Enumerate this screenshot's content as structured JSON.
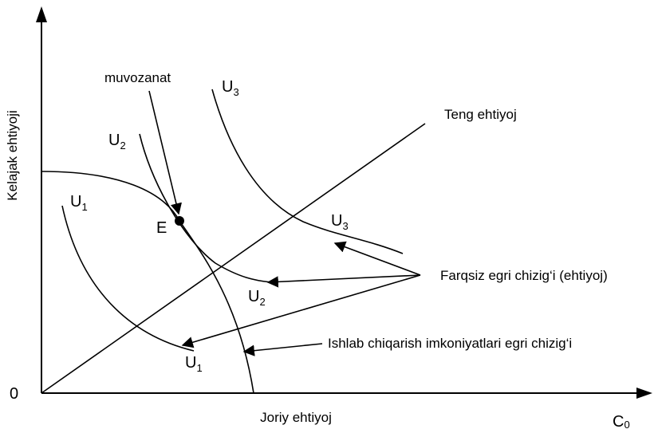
{
  "axes": {
    "y_label": "Kelajak ehtiyoji",
    "x_label": "Joriy ehtiyoj",
    "x_end_label": "C",
    "x_end_sub": "0",
    "origin": "0"
  },
  "labels": {
    "equilibrium": "muvozanat",
    "equal_consumption": "Teng ehtiyoj",
    "point_e": "E",
    "indifference_curves": "Farqsiz egri chizig‘i (ehtiyoj)",
    "production_possibility": "Ishlab chiqarish imkoniyatlari egri chizig‘i"
  },
  "curve_labels": {
    "u": "U",
    "sub1": "1",
    "sub2": "2",
    "sub3": "3"
  }
}
